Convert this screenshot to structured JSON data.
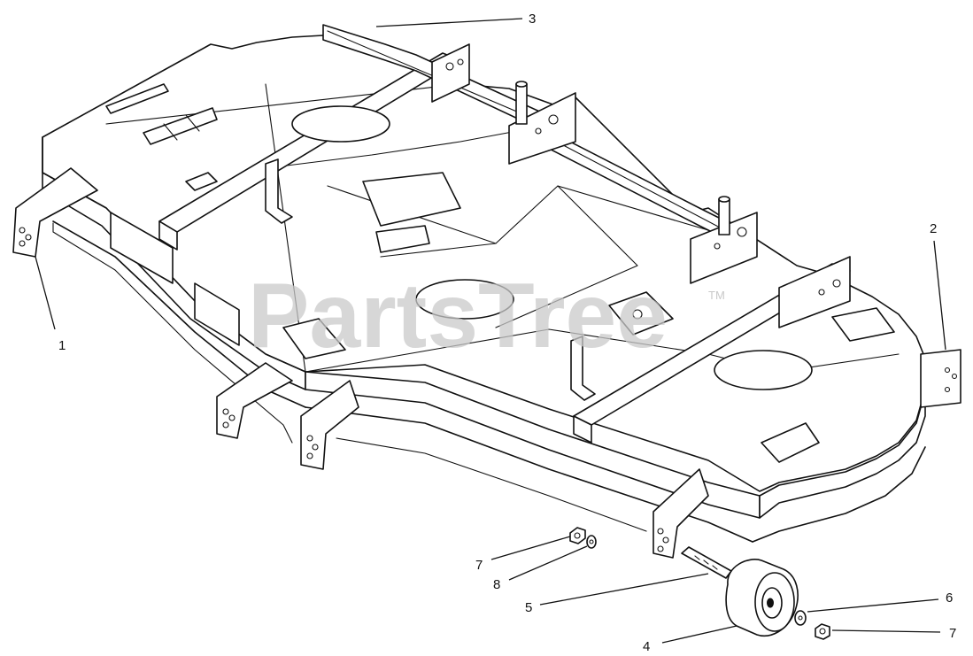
{
  "watermark": {
    "text": "PartsTree",
    "trademark": "TM"
  },
  "callouts": [
    {
      "id": "c1",
      "label": "1"
    },
    {
      "id": "c2",
      "label": "2"
    },
    {
      "id": "c3",
      "label": "3"
    },
    {
      "id": "c4",
      "label": "4"
    },
    {
      "id": "c5",
      "label": "5"
    },
    {
      "id": "c6",
      "label": "6"
    },
    {
      "id": "c7a",
      "label": "7"
    },
    {
      "id": "c7b",
      "label": "7"
    },
    {
      "id": "c8",
      "label": "8"
    }
  ]
}
